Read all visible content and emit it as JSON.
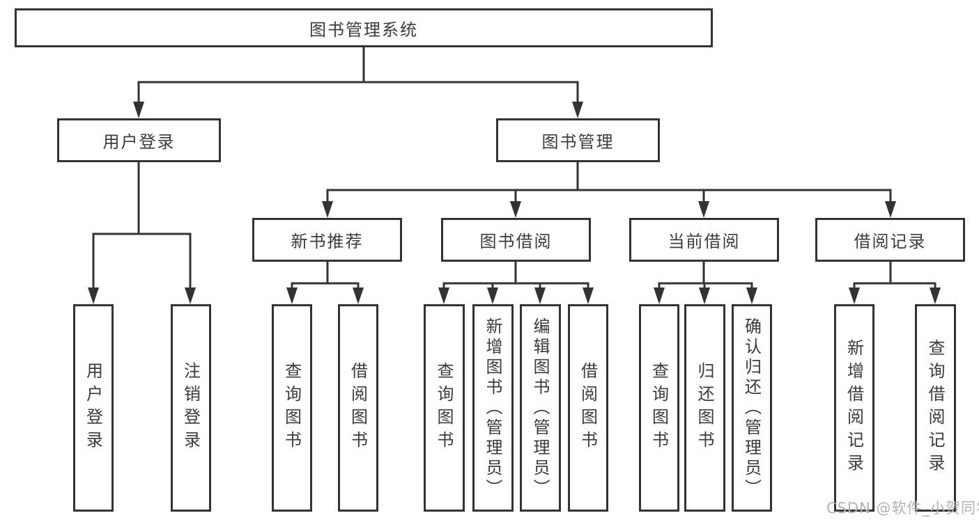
{
  "diagram": {
    "watermark": "CSDN @软件_小贺同学",
    "colors": {
      "line": "#333333",
      "box_background": "#ffffff",
      "text": "#3b3b3b",
      "watermark_text": "#b2b2b2"
    },
    "nodes": {
      "root": "图书管理系统",
      "user_login": "用户登录",
      "book_mgmt": "图书管理",
      "new_book_rec": "新书推荐",
      "book_borrow": "图书借阅",
      "current_borrow": "当前借阅",
      "borrow_records": "借阅记录",
      "ul_login": "用户登录",
      "ul_logout": "注销登录",
      "nb_query": "查询图书",
      "nb_borrow": "借阅图书",
      "bb_query": "查询图书",
      "bb_add": "新增图书（管理员）",
      "bb_edit": "编辑图书（管理员）",
      "bb_borrow": "借阅图书",
      "cb_query": "查询图书",
      "cb_return": "归还图书",
      "cb_confirm": "确认归还（管理员）",
      "br_add": "新增借阅记录",
      "br_query": "查询借阅记录"
    },
    "structure": {
      "root": "图书管理系统",
      "children": [
        {
          "label": "用户登录",
          "children": [
            "用户登录",
            "注销登录"
          ]
        },
        {
          "label": "图书管理",
          "children": [
            {
              "label": "新书推荐",
              "children": [
                "查询图书",
                "借阅图书"
              ]
            },
            {
              "label": "图书借阅",
              "children": [
                "查询图书",
                "新增图书（管理员）",
                "编辑图书（管理员）",
                "借阅图书"
              ]
            },
            {
              "label": "当前借阅",
              "children": [
                "查询图书",
                "归还图书",
                "确认归还（管理员）"
              ]
            },
            {
              "label": "借阅记录",
              "children": [
                "新增借阅记录",
                "查询借阅记录"
              ]
            }
          ]
        }
      ]
    }
  }
}
